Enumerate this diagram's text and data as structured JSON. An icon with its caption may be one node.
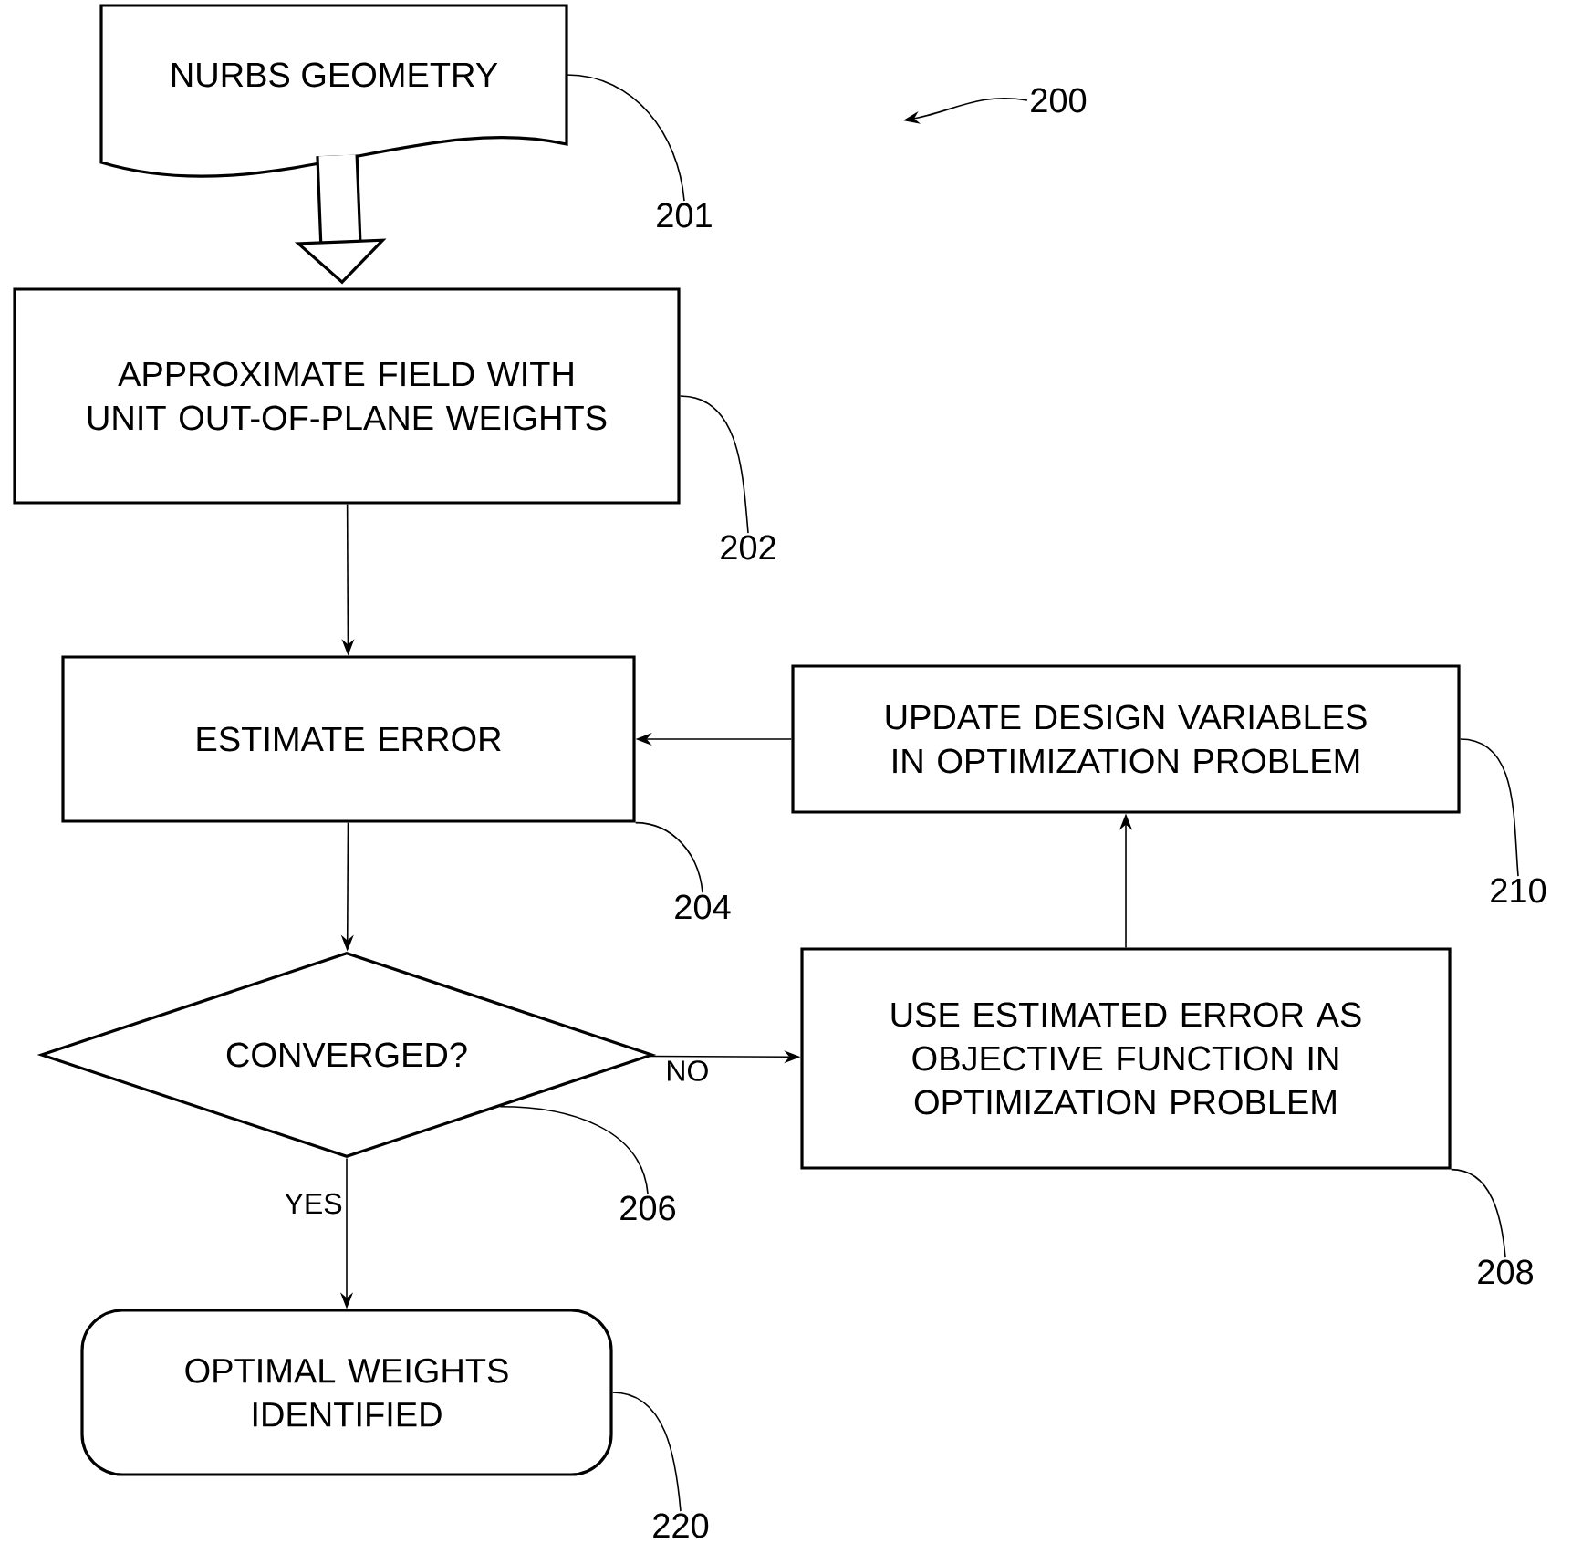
{
  "diagram": {
    "nodes": [
      {
        "text": [
          "NURBS GEOMETRY"
        ]
      },
      {
        "text": [
          "APPROXIMATE FIELD WITH UNIT OUT-OF-PLANE WEIGHTS"
        ]
      },
      {
        "text": [
          "ESTIMATE ERROR"
        ]
      },
      {
        "text": [
          "CONVERGED?"
        ]
      },
      {
        "text": [
          "UPDATE DESIGN VARIABLES IN OPTIMIZATION PROBLEM"
        ]
      },
      {
        "text": [
          "USE ESTIMATED ERROR AS OBJECTIVE FUNCTION IN OPTIMIZATION PROBLEM"
        ]
      },
      {
        "text": [
          "OPTIMAL WEIGHTS IDENTIFIED"
        ]
      },
      {
        "text": [
          "200"
        ]
      },
      {
        "text": [
          "201"
        ]
      },
      {
        "text": [
          "202"
        ]
      },
      {
        "text": [
          "204"
        ]
      },
      {
        "text": [
          "210"
        ]
      },
      {
        "text": [
          "206"
        ]
      },
      {
        "text": [
          "208"
        ]
      },
      {
        "text": [
          "220"
        ]
      }
    ],
    "edges": [
      {
        "from": 0,
        "to": 1,
        "arrow": "to",
        "style": "thick"
      },
      {
        "from": 1,
        "to": 2,
        "arrow": "to"
      },
      {
        "from": 2,
        "to": 3,
        "arrow": "to"
      },
      {
        "from": 3,
        "to": 5,
        "arrow": "to",
        "label": "NO"
      },
      {
        "from": 3,
        "to": 6,
        "arrow": "to",
        "label": "YES"
      },
      {
        "from": 5,
        "to": 4,
        "arrow": "to"
      },
      {
        "from": 4,
        "to": 2,
        "arrow": "to"
      },
      {
        "from": 7,
        "to": null,
        "arrow": "to"
      },
      {
        "from": 8,
        "to": 0,
        "arrow": "none"
      },
      {
        "from": 9,
        "to": 1,
        "arrow": "none"
      },
      {
        "from": 10,
        "to": 2,
        "arrow": "none"
      },
      {
        "from": 11,
        "to": 4,
        "arrow": "none"
      },
      {
        "from": 12,
        "to": 3,
        "arrow": "none"
      },
      {
        "from": 13,
        "to": 5,
        "arrow": "none"
      },
      {
        "from": 14,
        "to": 6,
        "arrow": "none"
      }
    ]
  }
}
